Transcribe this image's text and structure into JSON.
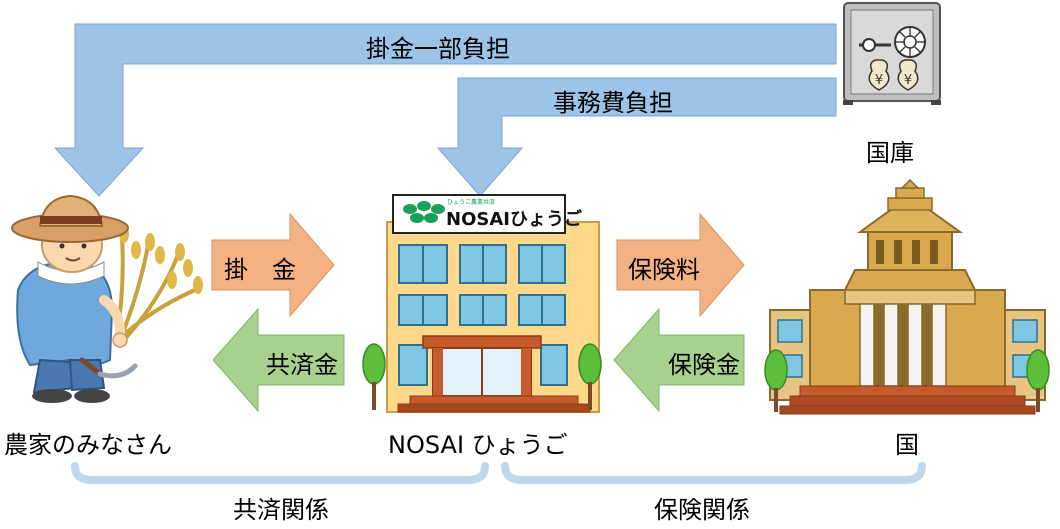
{
  "top_arrows": {
    "kakekin_partial": "掛金一部負担",
    "admin_cost": "事務費負担"
  },
  "flows": {
    "kakekin": "掛　金",
    "kyosaikin": "共済金",
    "hokenryo": "保険料",
    "hokenkin": "保険金"
  },
  "nodes": {
    "farmer": "農家のみなさん",
    "nosai": "NOSAI ひょうご",
    "country": "国",
    "treasury": "国庫"
  },
  "sign": {
    "brand": "NOSAIひょうご",
    "tagline": "ひょうご農業共済"
  },
  "relations": {
    "mutual_aid": "共済関係",
    "insurance": "保険関係"
  },
  "safe": {
    "currency": "¥"
  },
  "colors": {
    "blue_arrow": "#9dc3e6",
    "orange_arrow": "#f4b183",
    "green_arrow": "#a9d18e",
    "bracket": "#bdd7ee"
  }
}
